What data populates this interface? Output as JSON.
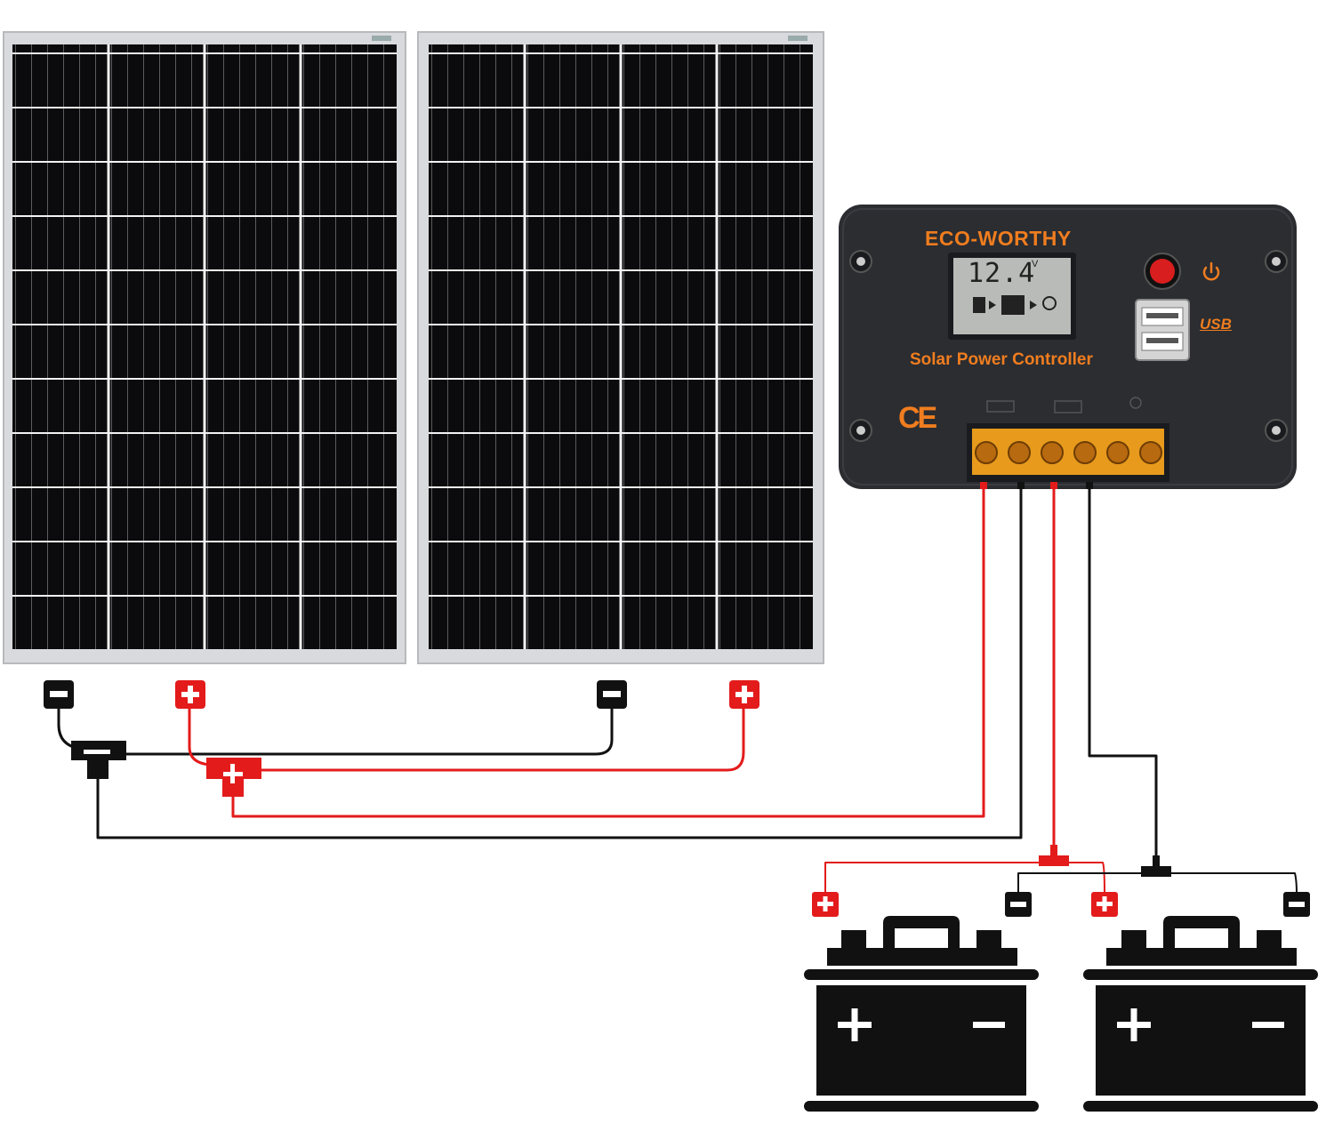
{
  "controller": {
    "brand": "ECO-WORTHY",
    "subtitle": "Solar Power Controller",
    "display_value": "12.4",
    "display_unit": "V",
    "ce_mark": "CE",
    "usb_label": "USB"
  },
  "colors": {
    "positive_wire": "#e31b1b",
    "negative_wire": "#111111",
    "controller_body": "#2b2d31",
    "accent": "#f07d1f"
  },
  "icons": {
    "negative_connector": "minus-connector-icon",
    "positive_connector": "plus-connector-icon",
    "battery": "battery-icon",
    "power_button": "power-icon",
    "usb_port": "usb-port-icon"
  }
}
